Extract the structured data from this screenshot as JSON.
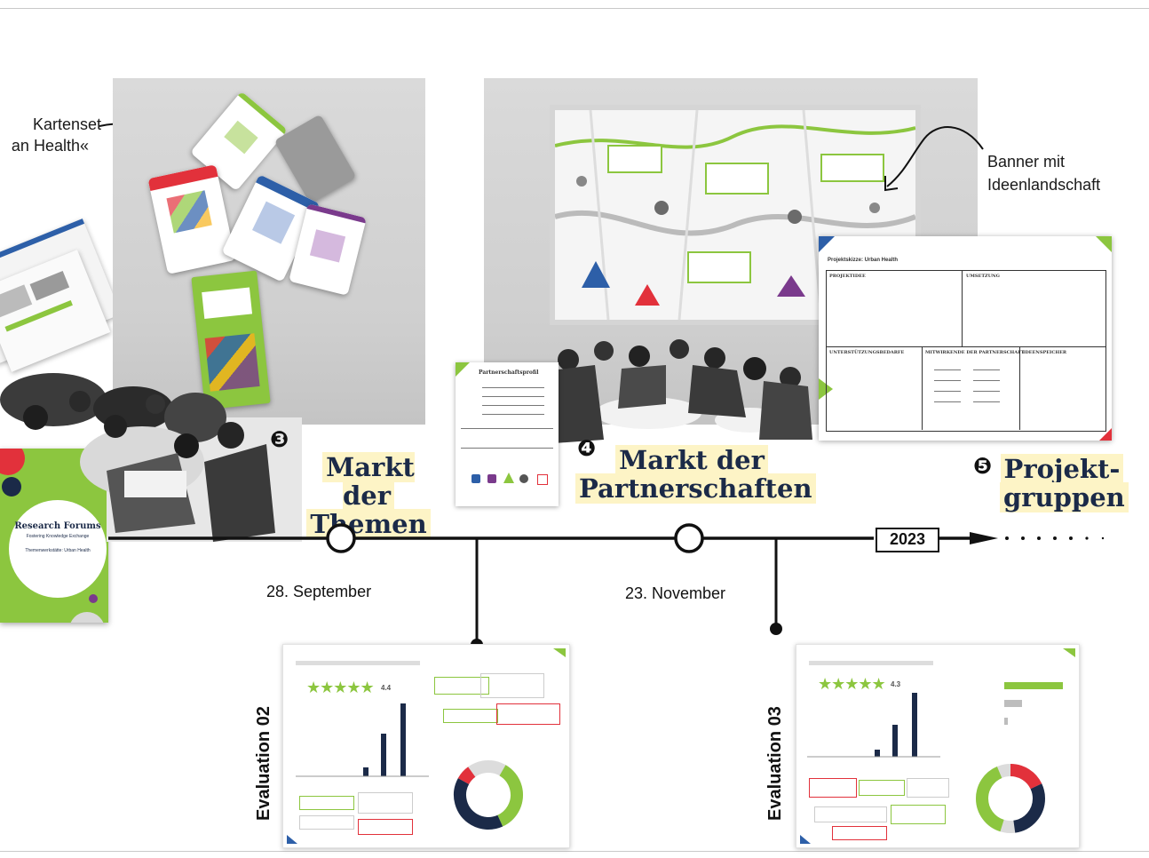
{
  "annotations": {
    "cardset_line1": "Kartenset",
    "cardset_line2": "an Health«",
    "banner_line1": "Banner mit",
    "banner_line2": "Ideenlandschaft"
  },
  "timeline": {
    "year": "2023",
    "stages": [
      {
        "number": "❸",
        "line1": "Markt der",
        "line2": "Themen"
      },
      {
        "number": "❹",
        "line1": "Markt der",
        "line2": "Partnerschaften"
      },
      {
        "number": "❺",
        "line1": "Projekt-",
        "line2": "gruppen"
      }
    ],
    "dates": [
      "28. September",
      "23. November"
    ]
  },
  "evaluations": [
    {
      "label": "Evaluation 02",
      "rating": "4.4"
    },
    {
      "label": "Evaluation 03",
      "rating": "4.3"
    }
  ],
  "research_forums": {
    "title": "Research Forums",
    "subtitle": "Fostering Knowledge Exchange",
    "line3": "Themenwerkstätte: Urban Health"
  },
  "sheets": {
    "partnership_profile_title": "Partnerschaftsprofil",
    "project_sketch_title": "Projektskizze: Urban Health",
    "project_sketch_headers": [
      "PROJEKTIDEE",
      "UMSETZUNG",
      "UNTERSTÜTZUNGSBEDARFE",
      "MITWIRKENDE DER PARTNERSCHAFT",
      "IDEENSPEICHER"
    ]
  },
  "colors": {
    "navy": "#1b2a48",
    "lime": "#8cc63f",
    "highlight": "#fdf4c6",
    "red": "#e2313b"
  }
}
